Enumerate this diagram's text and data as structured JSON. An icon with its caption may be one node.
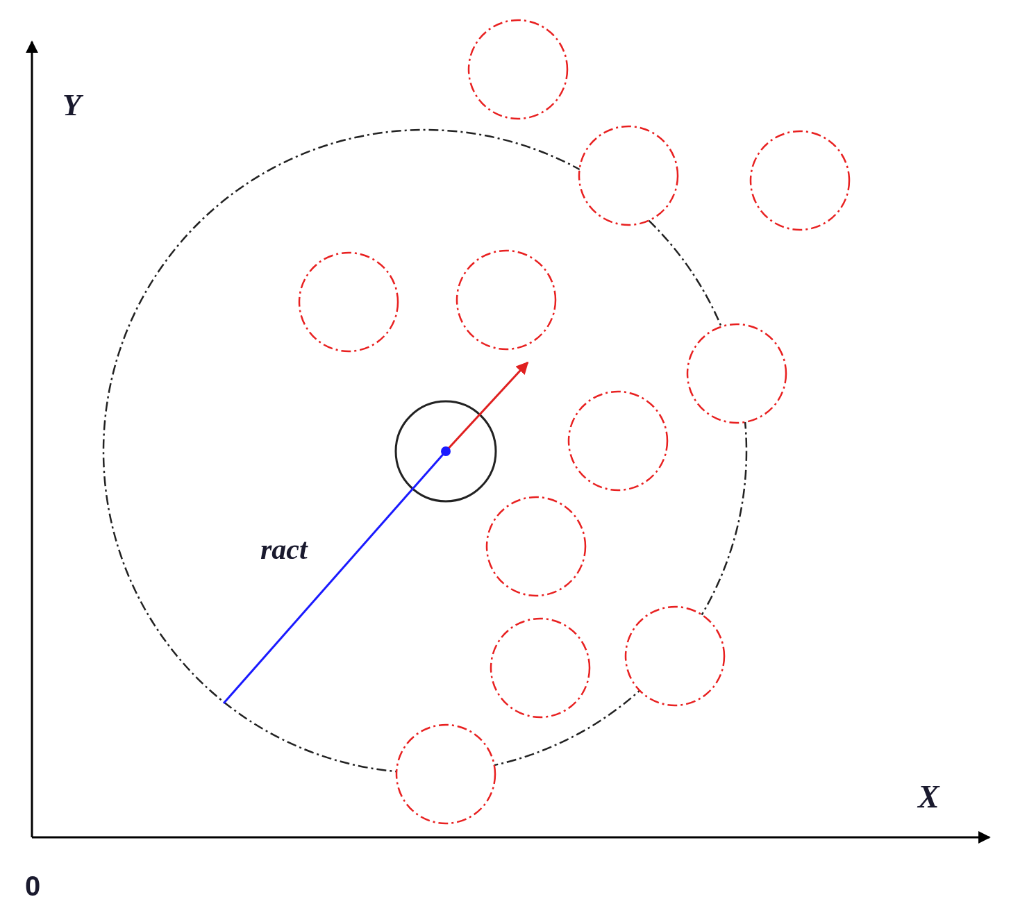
{
  "diagram": {
    "labels": [
      "Y",
      "ract",
      "X",
      "0"
    ]
  }
}
